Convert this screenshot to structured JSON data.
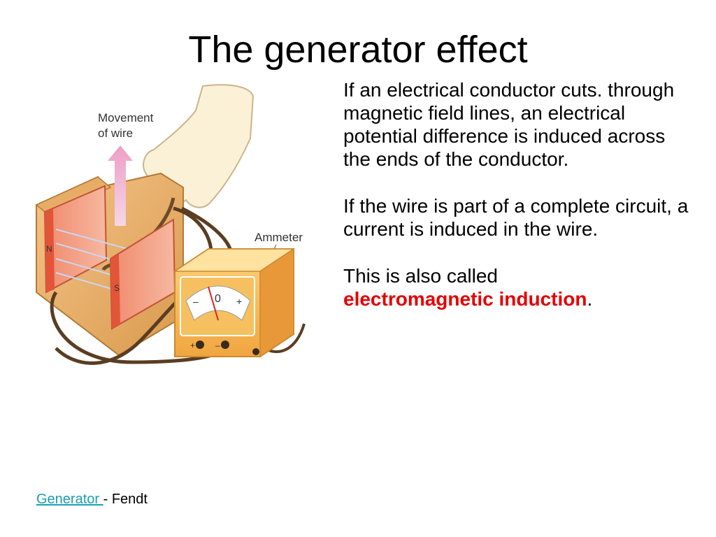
{
  "slide": {
    "title": "The generator effect",
    "paragraph1": "If an electrical conductor cuts. through magnetic field lines, an electrical potential difference is induced across the ends of the conductor.",
    "paragraph2": "If the wire is part of a complete circuit, a current is induced in the wire.",
    "paragraph3_prefix": "This is also called",
    "paragraph3_highlight": "electromagnetic induction",
    "paragraph3_suffix": "."
  },
  "figure": {
    "label_movement_line1": "Movement",
    "label_movement_line2": "of wire",
    "label_ammeter": "Ammeter",
    "label_n": "N",
    "label_s": "S",
    "meter_zero": "0",
    "meter_minus": "–",
    "meter_plus": "+",
    "terminal_plus": "+",
    "terminal_minus": "–"
  },
  "footer": {
    "link_text": "Generator ",
    "suffix": "- Fendt"
  }
}
